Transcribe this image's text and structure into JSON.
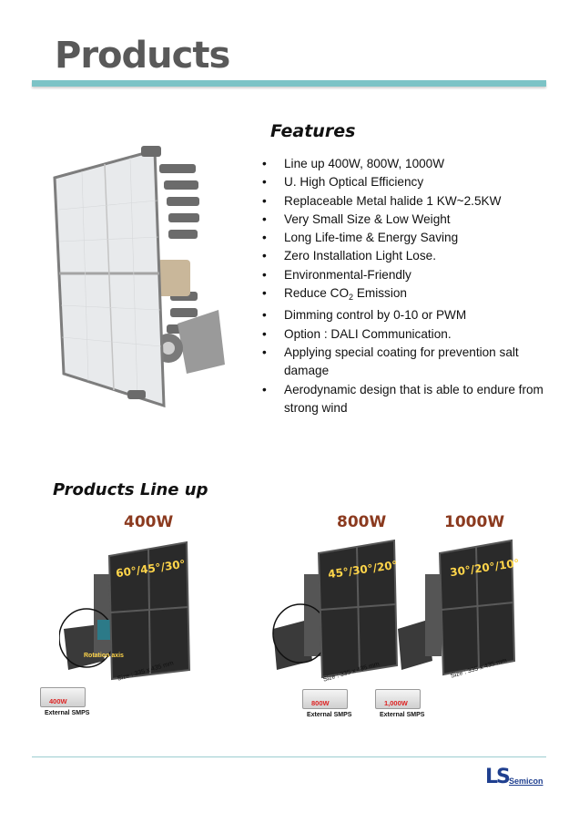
{
  "header": {
    "title": "Products"
  },
  "features": {
    "title": "Features",
    "bullet": "•",
    "items": [
      "Line up 400W, 800W, 1000W",
      "U. High Optical Efficiency",
      "Replaceable Metal halide 1 KW~2.5KW",
      "Very Small Size & Low Weight",
      "Long Life-time & Energy Saving",
      "Zero Installation Light Lose.",
      "Environmental-Friendly",
      {
        "before": "Reduce CO",
        "sub": "2",
        "after": " Emission"
      },
      "Dimming control by 0-10 or PWM",
      "Option : DALI Communication.",
      "Applying special coating for prevention salt damage",
      "Aerodynamic design that is able to endure from strong wind"
    ]
  },
  "lineup": {
    "title": "Products Line up",
    "rotation_axis": "Rotation axis",
    "models": [
      {
        "wattage": "400W",
        "angles": "60°/45°/30°",
        "size": "Size : 335 x 435 mm",
        "smps_tag": "400W",
        "smps_caption": "External SMPS"
      },
      {
        "wattage": "800W",
        "angles": "45°/30°/20°",
        "size": "Size : 335 x 435 mm",
        "smps_tag": "800W",
        "smps_caption": "External SMPS"
      },
      {
        "wattage": "1000W",
        "angles": "30°/20°/10°",
        "size": "Size : 335 x 435 mm",
        "smps_tag": "1,000W",
        "smps_caption": "External SMPS"
      }
    ]
  },
  "footer": {
    "logo_letters": "LS",
    "logo_text": "Semicon"
  },
  "colors": {
    "accent_rule": "#7cc3c6",
    "wattage": "#8b3a1f",
    "angle_text": "#ffd54a",
    "brand": "#1f3f8f"
  }
}
